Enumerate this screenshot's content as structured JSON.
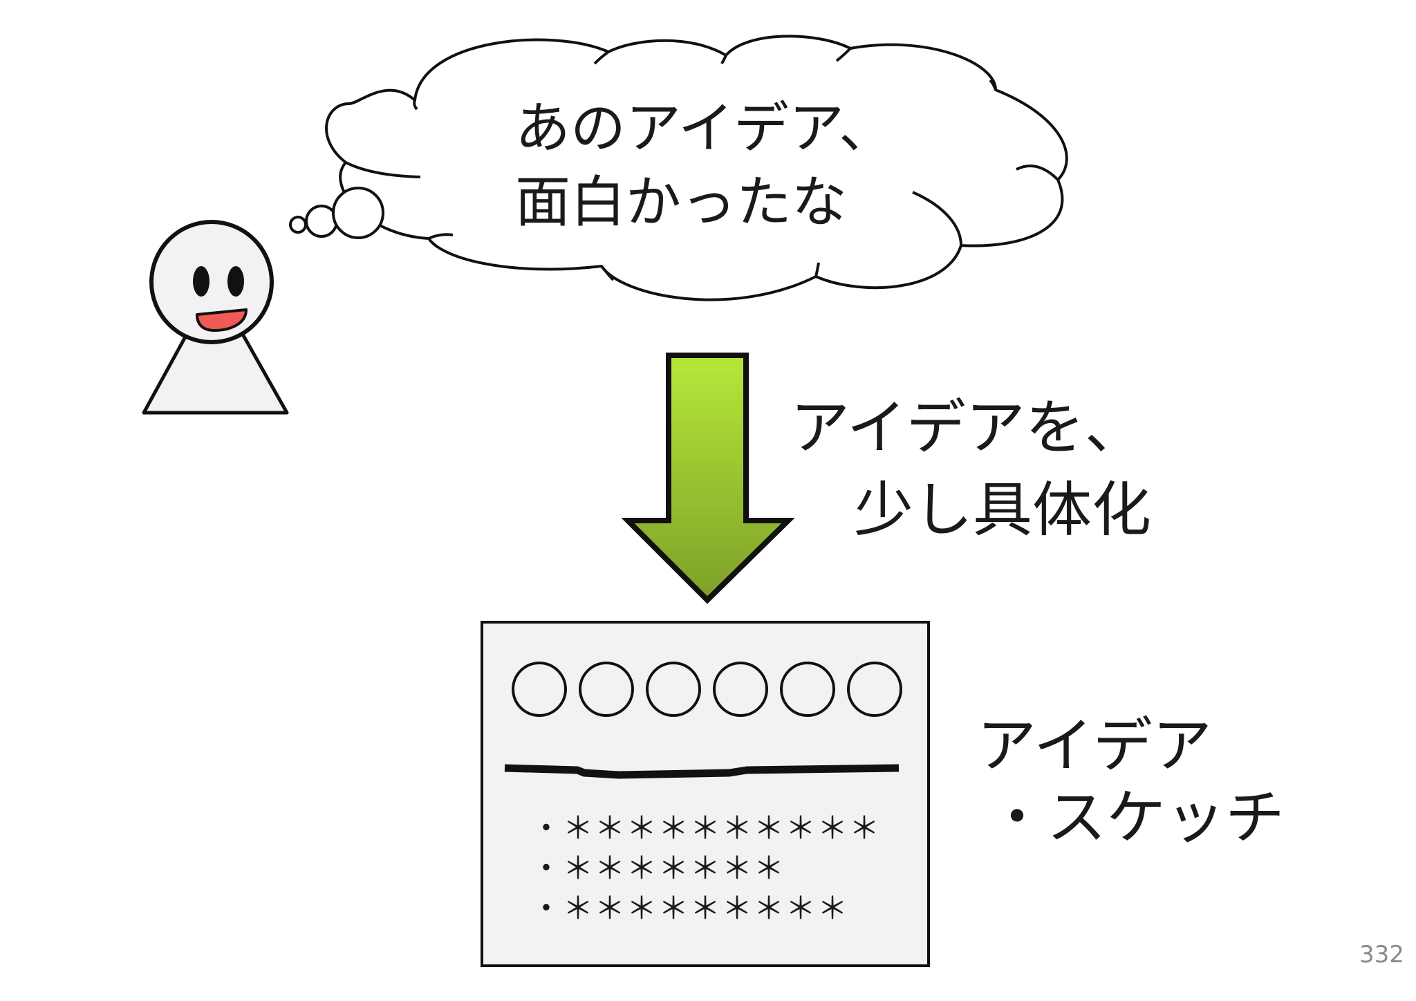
{
  "thought_bubble": {
    "line1": "あのアイデア、",
    "line2": "面白かったな"
  },
  "arrow_caption": {
    "line1": "アイデアを、",
    "line2": "少し具体化"
  },
  "sketch_card": {
    "circles": [
      "○",
      "○",
      "○",
      "○",
      "○",
      "○"
    ],
    "bullets": [
      "・＊＊＊＊＊＊＊＊＊＊",
      "・＊＊＊＊＊＊＊",
      "・＊＊＊＊＊＊＊＊＊"
    ]
  },
  "sketch_caption": {
    "line1": "アイデア",
    "line2": "・スケッチ"
  },
  "page_number": "332",
  "colors": {
    "arrow_top": "#b5e83a",
    "arrow_bottom": "#7ea028",
    "mouth": "#f25a55",
    "figure_fill": "#f2f1f3",
    "card_fill": "#f2f1f3"
  }
}
